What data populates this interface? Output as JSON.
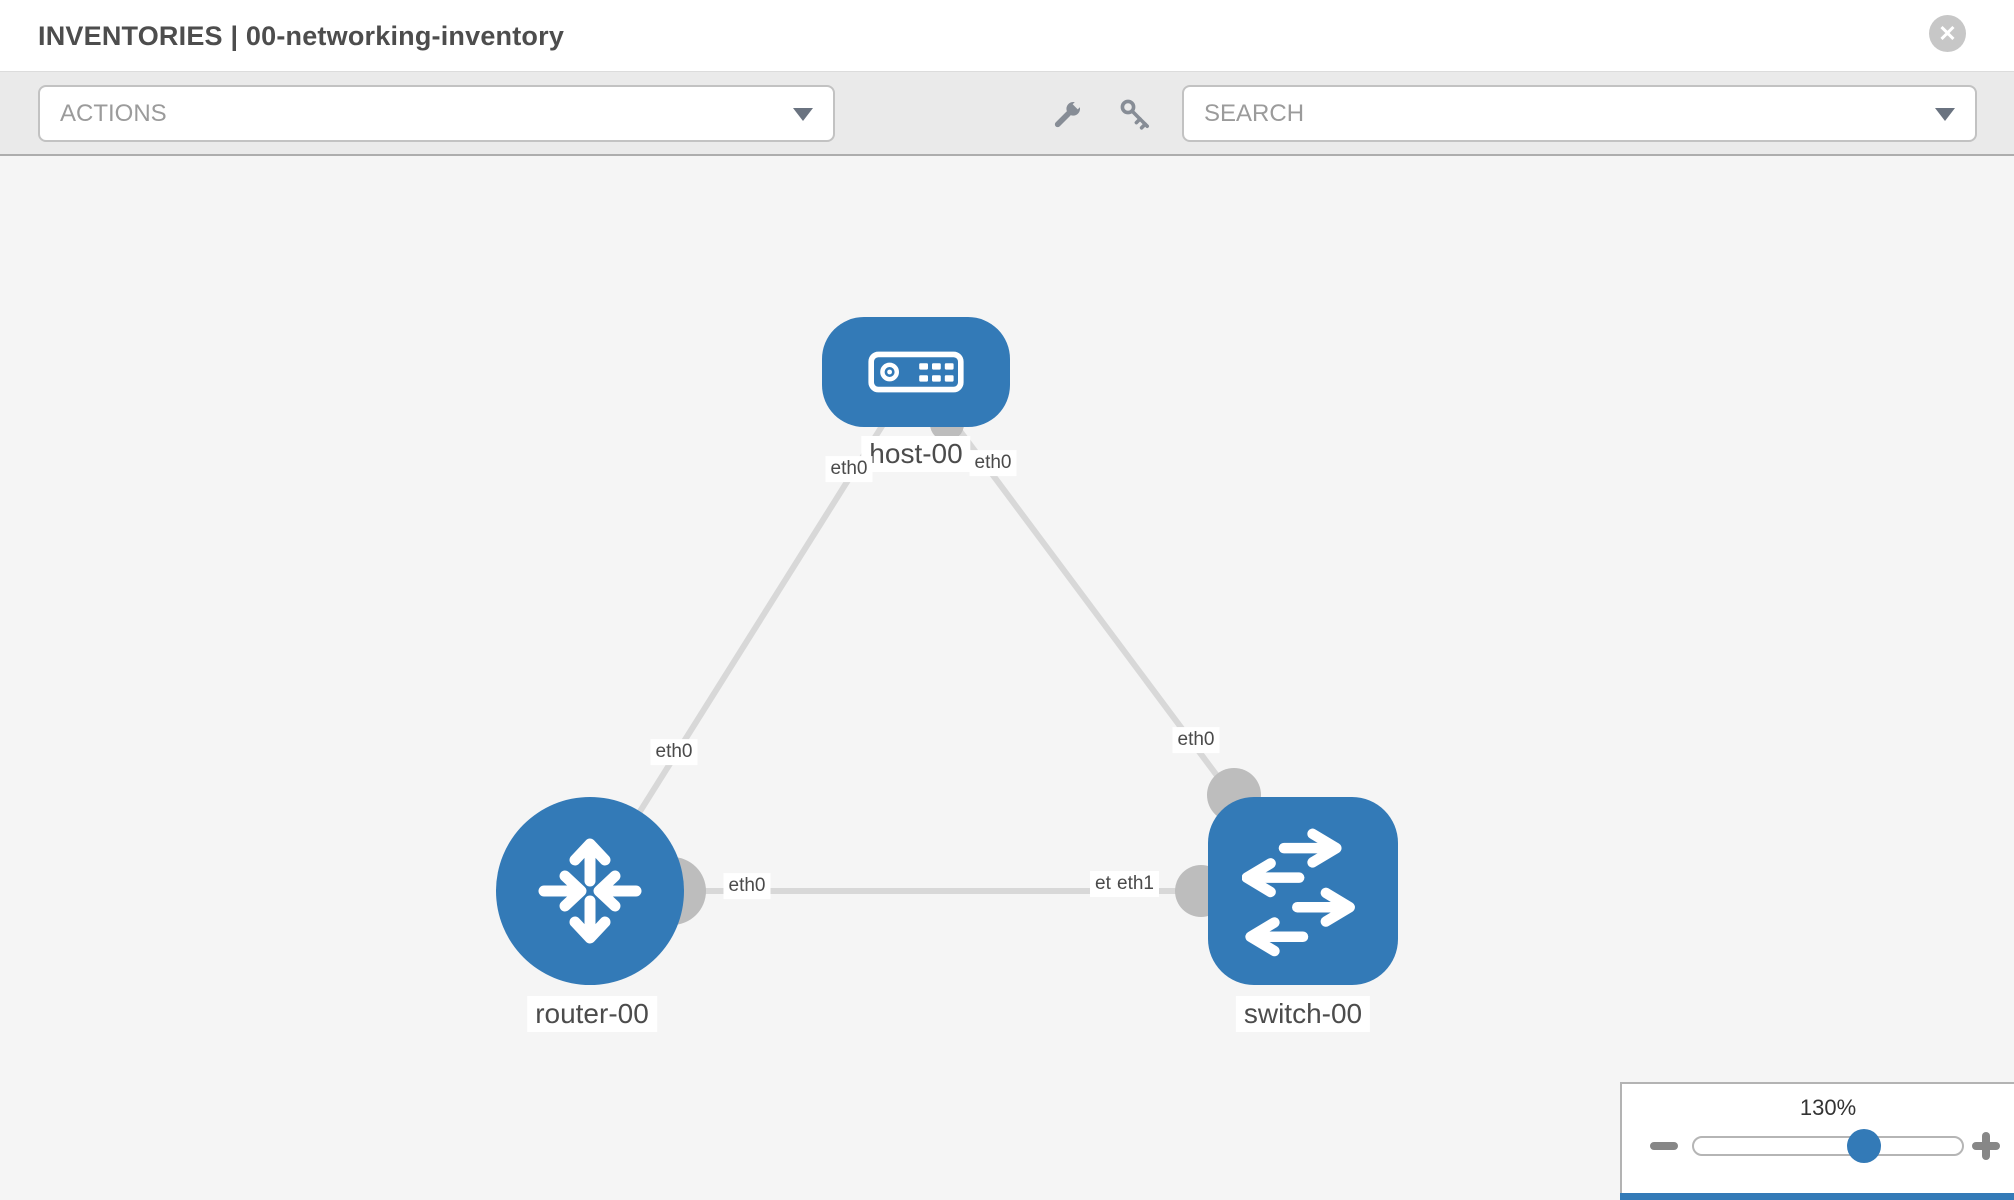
{
  "header": {
    "title": "INVENTORIES | 00-networking-inventory"
  },
  "toolbar": {
    "actions_label": "ACTIONS",
    "search_placeholder": "SEARCH",
    "icons": [
      "wrench-icon",
      "key-icon"
    ]
  },
  "topology": {
    "nodes": [
      {
        "id": "host-00",
        "type": "host",
        "label": "host-00"
      },
      {
        "id": "router-00",
        "type": "router",
        "label": "router-00"
      },
      {
        "id": "switch-00",
        "type": "switch",
        "label": "switch-00"
      }
    ],
    "links": [
      {
        "from": "host-00",
        "to": "router-00"
      },
      {
        "from": "host-00",
        "to": "switch-00"
      },
      {
        "from": "router-00",
        "to": "switch-00"
      }
    ],
    "interfaces": {
      "host_left": "eth0",
      "host_right": "eth0",
      "router_uplink": "eth0",
      "switch_uplink": "eth0",
      "router_link": "eth0",
      "switch_link_under": "eth0",
      "switch_link": "eth1"
    }
  },
  "zoom_control": {
    "value": "130%"
  },
  "colors": {
    "node_blue": "#337ab7",
    "link_gray": "#d8d8d8",
    "dot_gray": "#bdbdbd",
    "toolbar_bg": "#eaeaea",
    "canvas_bg": "#f5f5f5",
    "close_gray": "#c7c7c7"
  }
}
